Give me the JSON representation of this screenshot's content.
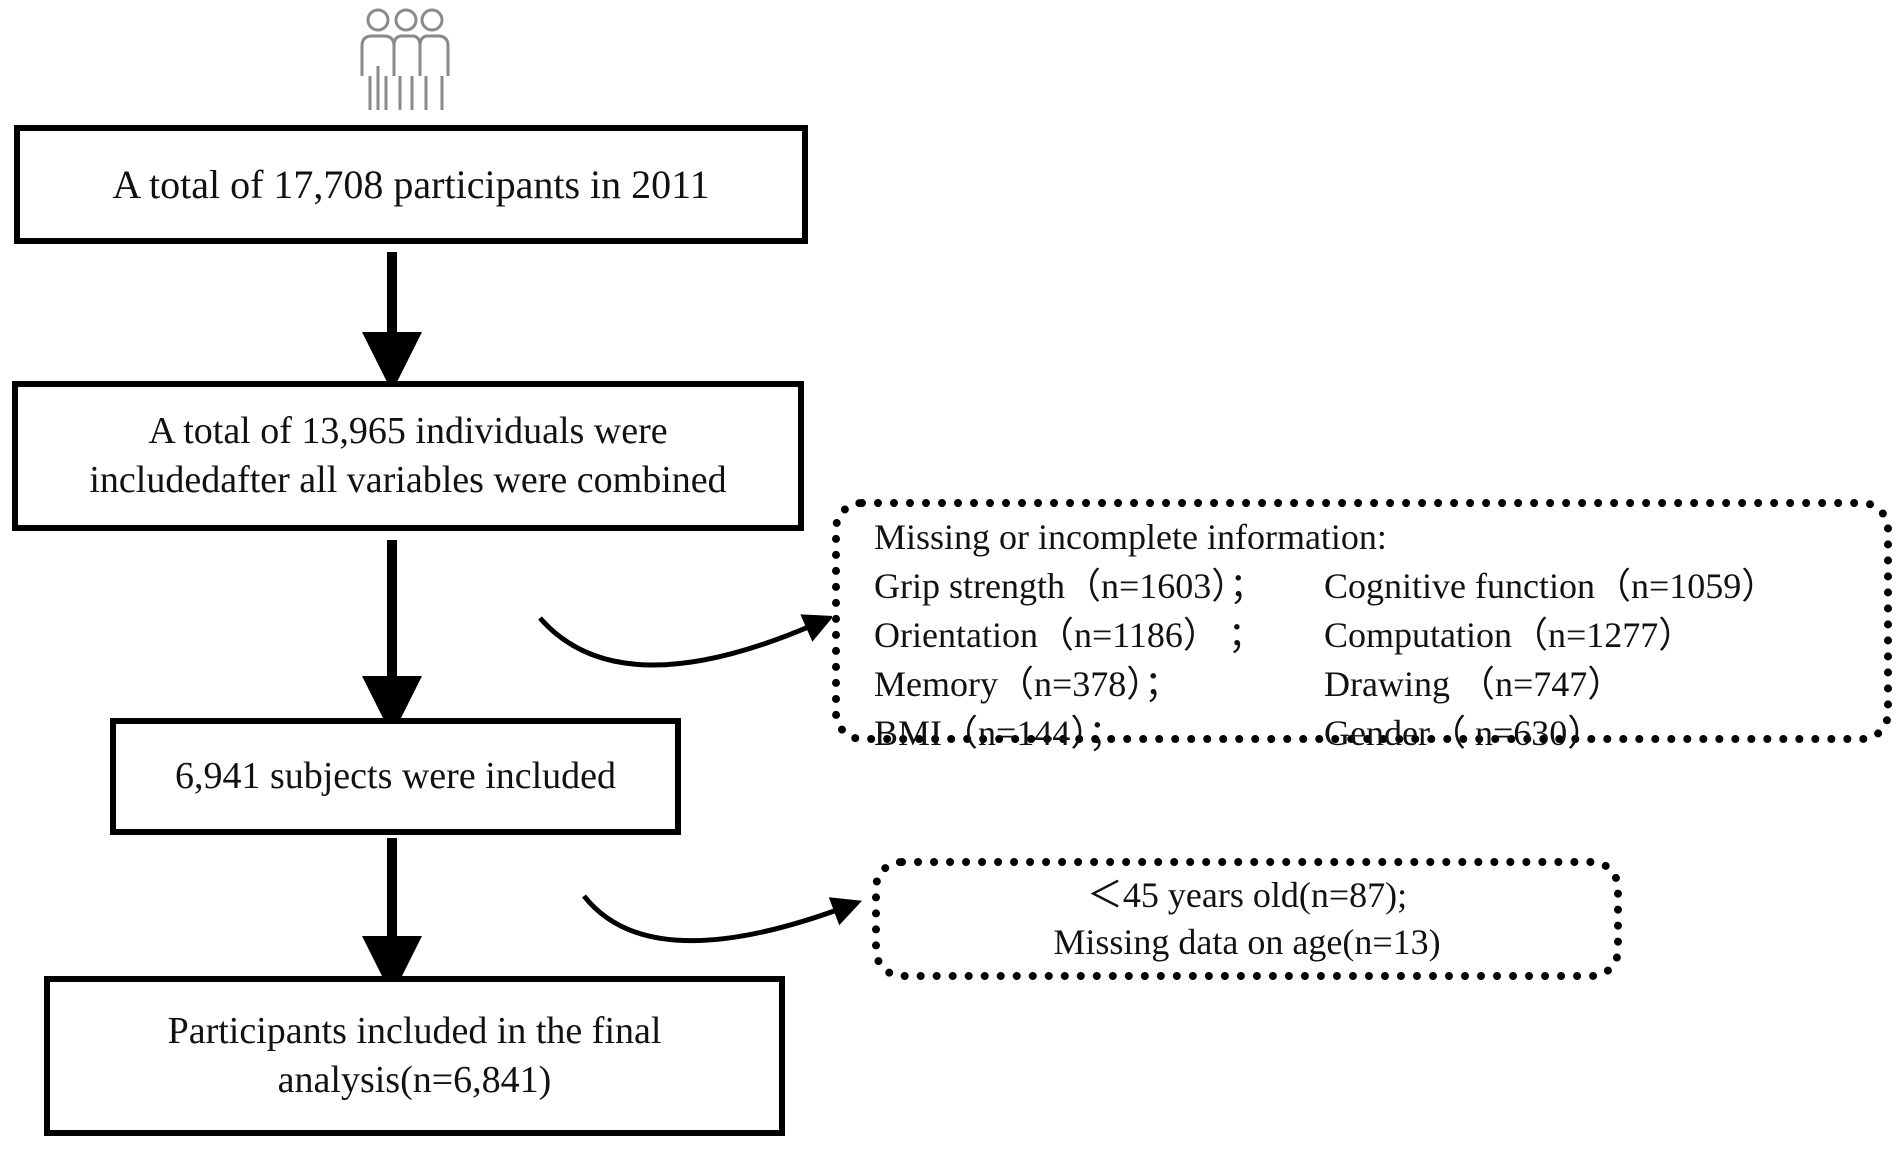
{
  "flowchart": {
    "box1": {
      "text": "A total of  17,708 participants in 2011"
    },
    "box2": {
      "line1": "A total of 13,965 individuals  were",
      "line2": "includedafter  all variables  were combined"
    },
    "box3": {
      "text": "6,941 subjects  were included"
    },
    "box4": {
      "line1": "Participants  included  in the final",
      "line2": "analysis(n=6,841)"
    }
  },
  "exclusion1": {
    "title": "Missing  or incomplete  information:",
    "items": [
      {
        "left": "Grip  strength（n=1603）；",
        "right": "Cognitive  function（n=1059）"
      },
      {
        "left": "Orientation（n=1186）  ；",
        "right": "Computation（n=1277）"
      },
      {
        "left": "Memory（n=378）；",
        "right": " Drawing  （n=747）"
      },
      {
        "left": "BMI（n=144）；",
        "right": " Gender（ n=630）"
      }
    ]
  },
  "exclusion2": {
    "line1": "＜45 years old(n=87);",
    "line2": "Missing  data on age(n=13)"
  },
  "icon": "people-group-icon"
}
